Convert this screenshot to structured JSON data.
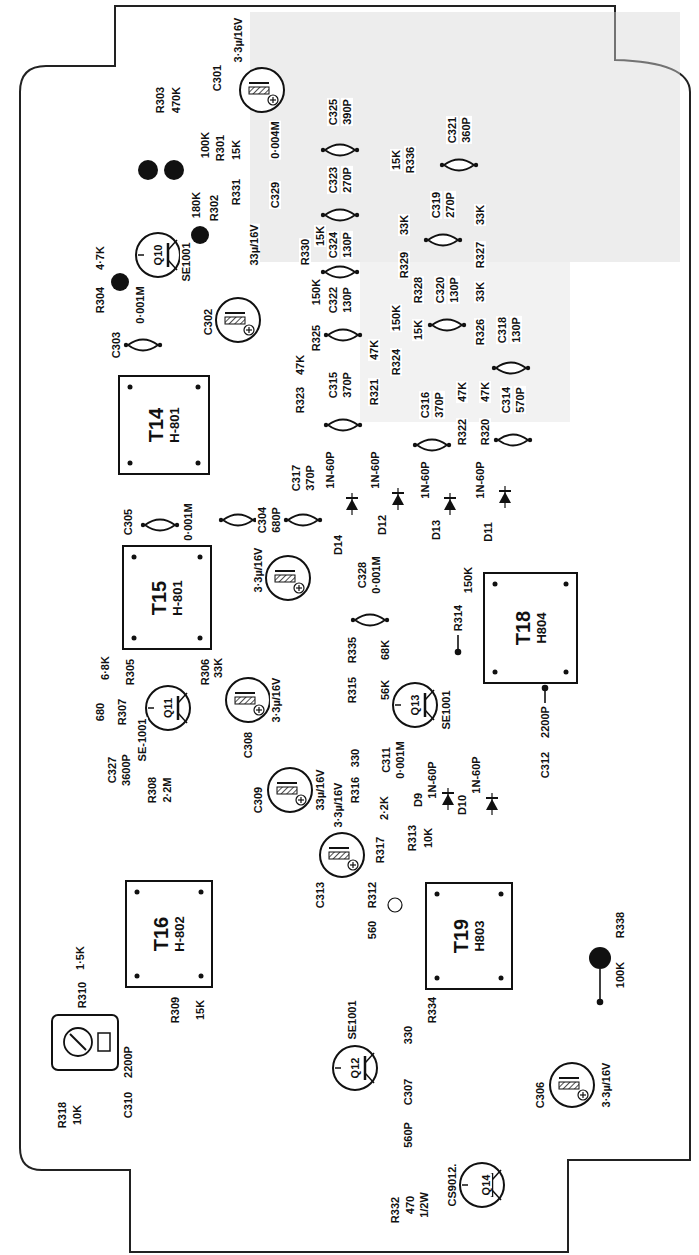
{
  "diagram": {
    "nodes": [
      {
        "text": [
          "T14",
          "H-801"
        ]
      },
      {
        "text": [
          "T15",
          "H-801"
        ]
      },
      {
        "text": [
          "T18",
          "H804"
        ]
      },
      {
        "text": [
          "T16",
          "H-802"
        ]
      },
      {
        "text": [
          "T19",
          "H803"
        ]
      }
    ],
    "labels": [
      "C301",
      "3·3µ/16V",
      "R303",
      "470K",
      "100K",
      "R301",
      "180K",
      "R302",
      "15K",
      "R331",
      "33µ/16V",
      "C329",
      "0·004M",
      "R304",
      "4·7K",
      "0·001M",
      "Q10",
      "SE1001",
      "C303",
      "C302",
      "R330",
      "15K",
      "C325",
      "390P",
      "C323",
      "270P",
      "C324",
      "130P",
      "C322",
      "130P",
      "150K",
      "R325",
      "47K",
      "R323",
      "C315",
      "370P",
      "47K",
      "R321",
      "150K",
      "R324",
      "C316",
      "370P",
      "47K",
      "R322",
      "47K",
      "R320",
      "C314",
      "570P",
      "15K",
      "R336",
      "C321",
      "360P",
      "33K",
      "R327",
      "C319",
      "270P",
      "33K",
      "R329",
      "R328",
      "15K",
      "C320",
      "130P",
      "33K",
      "R326",
      "C318",
      "130P",
      "C305",
      "0·001M",
      "C304",
      "680P",
      "C317",
      "370P",
      "1N-60P",
      "D14",
      "1N-60P",
      "D12",
      "1N-60P",
      "D13",
      "1N-60P",
      "D11",
      "C328",
      "0·001M",
      "3·3µ/16V",
      "150K",
      "R314",
      "R335",
      "68K",
      "R315",
      "56K",
      "6·8K",
      "R305",
      "R306",
      "33K",
      "Q11",
      "SE-1001",
      "680",
      "R307",
      "C327",
      "3600P",
      "R308",
      "2·2M",
      "3·3µ/16V",
      "C308",
      "C309",
      "33µ/16V",
      "330",
      "R316",
      "C311",
      "2·2K",
      "0·001M",
      "Q13",
      "SE1001",
      "2200P",
      "C312",
      "D9",
      "1N-60P",
      "D10",
      "1N-60P",
      "R313",
      "10K",
      "1·5K",
      "R310",
      "R309",
      "15K",
      "3·3µ/16V",
      "C313",
      "R317",
      "R312",
      "560",
      "R334",
      "330",
      "R338",
      "100K",
      "R318",
      "10K",
      "C310",
      "2200P",
      "SE1001",
      "Q12",
      "C307",
      "560P",
      "C306",
      "3·3µ/16V",
      "CS9012.",
      "Q14",
      "R332",
      "470",
      "1/2W"
    ]
  }
}
